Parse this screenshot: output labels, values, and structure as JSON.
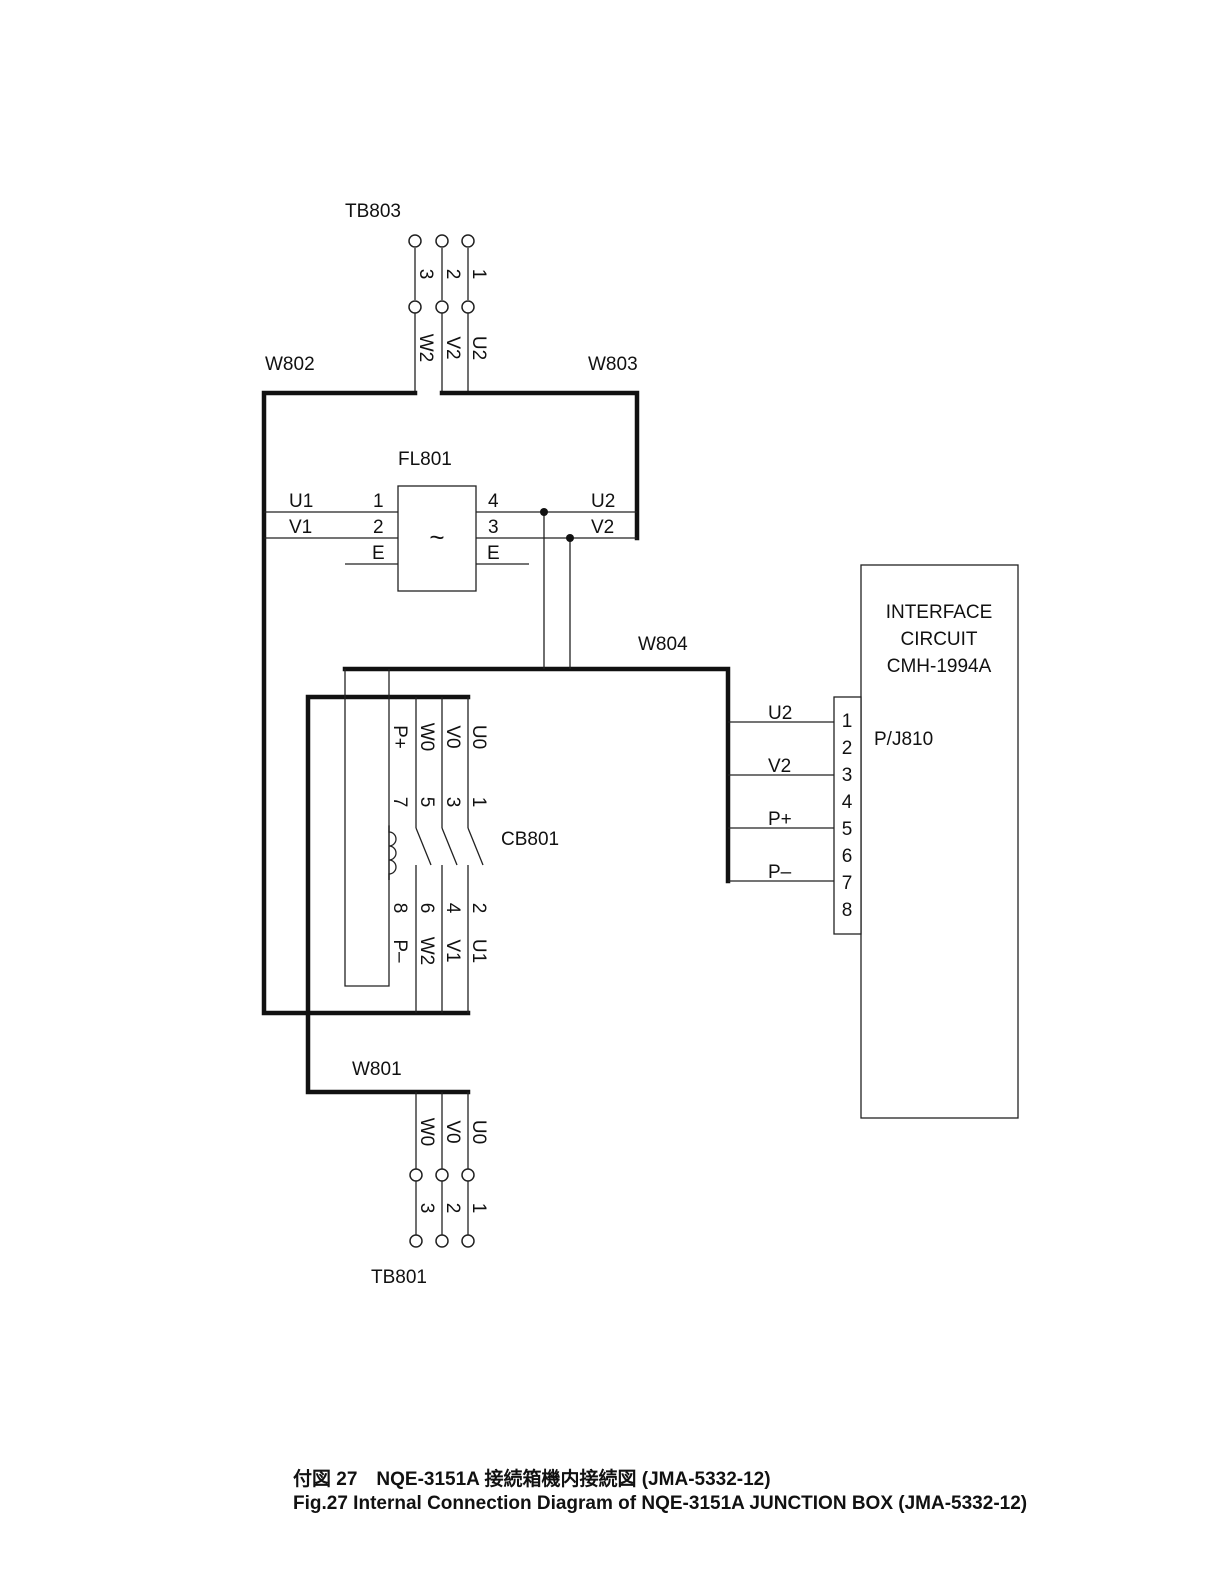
{
  "terminals": {
    "tb803": {
      "label": "TB803",
      "pins": [
        "3",
        "2",
        "1"
      ],
      "wires": [
        "W2",
        "V2",
        "U2"
      ]
    },
    "tb801": {
      "label": "TB801",
      "pins": [
        "3",
        "2",
        "1"
      ],
      "wires": [
        "W0",
        "V0",
        "U0"
      ]
    }
  },
  "harness": {
    "w801": "W801",
    "w802": "W802",
    "w803": "W803",
    "w804": "W804"
  },
  "filter": {
    "label": "FL801",
    "symbol": "~",
    "left_wires": [
      "U1",
      "V1"
    ],
    "left_pins": [
      "1",
      "2",
      "E"
    ],
    "right_pins": [
      "4",
      "3",
      "E"
    ],
    "right_wires": [
      "U2",
      "V2"
    ]
  },
  "breaker": {
    "label": "CB801",
    "top_wires": [
      "P+",
      "W0",
      "V0",
      "U0"
    ],
    "top_pins": [
      "7",
      "5",
      "3",
      "1"
    ],
    "bottom_pins": [
      "8",
      "6",
      "4",
      "2"
    ],
    "bottom_wires": [
      "P–",
      "W2",
      "V1",
      "U1"
    ]
  },
  "interface": {
    "title_lines": [
      "INTERFACE",
      "CIRCUIT",
      "CMH-1994A"
    ],
    "connector": "P/J810",
    "pins": [
      "1",
      "2",
      "3",
      "4",
      "5",
      "6",
      "7",
      "8"
    ],
    "signals": [
      "U2",
      "V2",
      "P+",
      "P–"
    ]
  },
  "caption": {
    "jp": "付図 27　NQE-3151A 接続箱機内接続図  (JMA-5332-12)",
    "en": "Fig.27 Internal Connection Diagram of NQE-3151A JUNCTION BOX (JMA-5332-12)"
  }
}
